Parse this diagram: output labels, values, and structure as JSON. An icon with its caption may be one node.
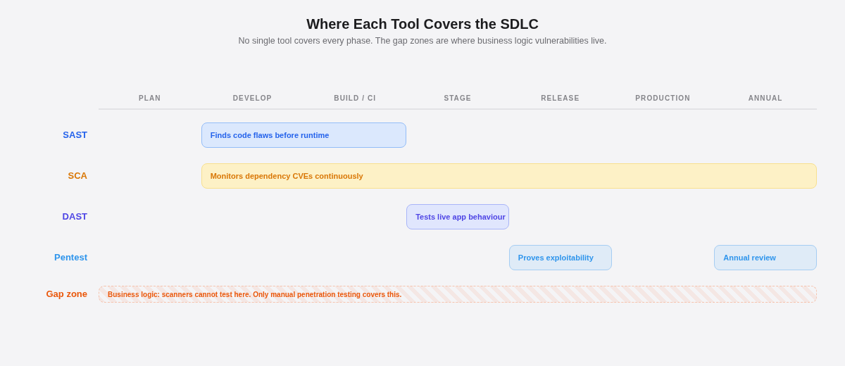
{
  "diagram": {
    "title": "Where Each Tool Covers the SDLC",
    "caption": "No single tool covers every phase. The gap zones are where business logic vulnerabilities live.",
    "nodes": [
      {
        "text": [
          "Finds code flaws before runtime"
        ]
      },
      {
        "text": [
          "Monitors dependency CVEs continuously"
        ]
      },
      {
        "text": [
          "Tests live app behaviour"
        ]
      },
      {
        "text": [
          "Proves exploitability"
        ]
      },
      {
        "text": [
          "Annual review"
        ]
      },
      {
        "text": [
          "Business logic: scanners cannot test here. Only manual penetration testing covers this."
        ]
      }
    ],
    "labels": [
      "PLAN",
      "DEVELOP",
      "BUILD / CI",
      "STAGE",
      "RELEASE",
      "PRODUCTION",
      "ANNUAL",
      "SAST",
      "SCA",
      "DAST",
      "Pentest",
      "Gap zone"
    ]
  }
}
